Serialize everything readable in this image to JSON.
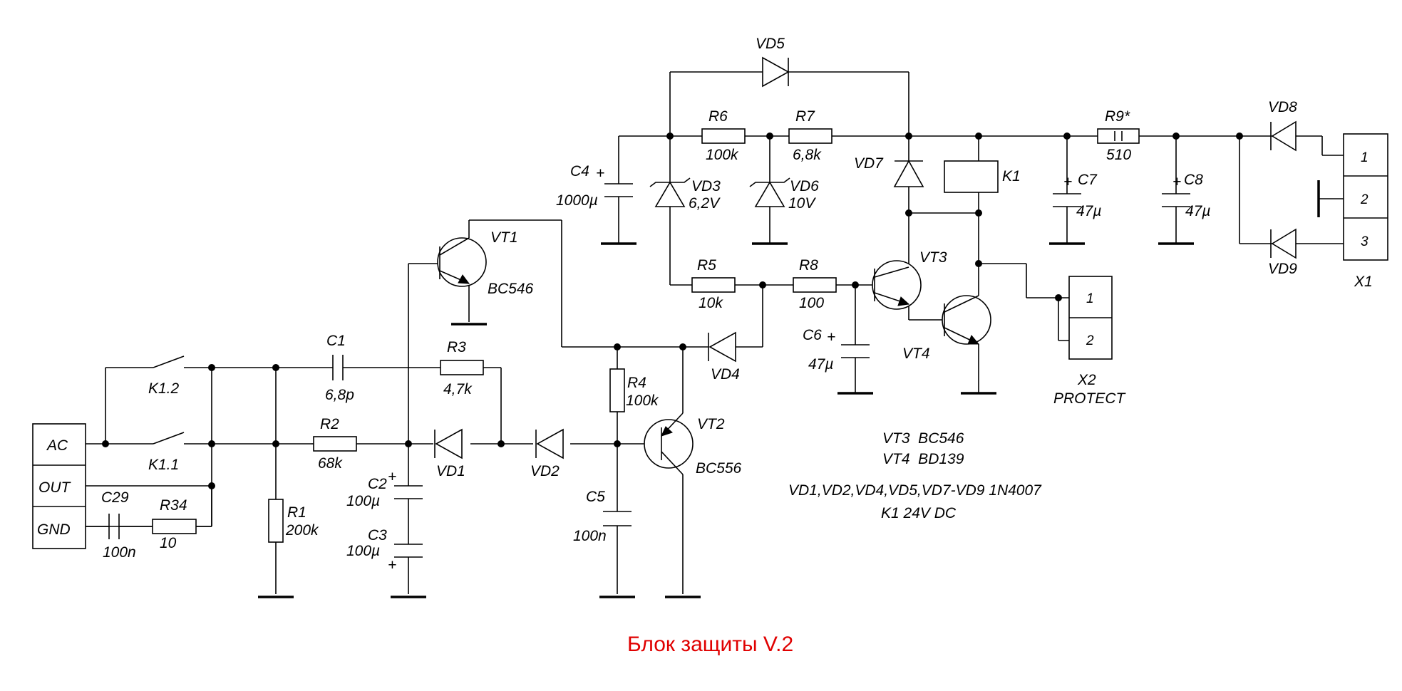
{
  "title": "Блок защиты V.2",
  "connectors": {
    "input": {
      "pins": [
        "AC",
        "OUT",
        "GND"
      ]
    },
    "x1": {
      "name": "X1",
      "pins": [
        "1",
        "2",
        "3"
      ]
    },
    "x2": {
      "name": "X2",
      "sub": "PROTECT",
      "pins": [
        "1",
        "2"
      ]
    }
  },
  "relay": {
    "name": "K1",
    "contacts": [
      "K1.2",
      "K1.1"
    ]
  },
  "resistors": {
    "r1": {
      "name": "R1",
      "value": "200k"
    },
    "r2": {
      "name": "R2",
      "value": "68k"
    },
    "r3": {
      "name": "R3",
      "value": "4,7k"
    },
    "r4": {
      "name": "R4",
      "value": "100k"
    },
    "r5": {
      "name": "R5",
      "value": "10k"
    },
    "r6": {
      "name": "R6",
      "value": "100k"
    },
    "r7": {
      "name": "R7",
      "value": "6,8k"
    },
    "r8": {
      "name": "R8",
      "value": "100"
    },
    "r9": {
      "name": "R9*",
      "value": "510"
    },
    "r34": {
      "name": "R34",
      "value": "10"
    }
  },
  "capacitors": {
    "c1": {
      "name": "C1",
      "value": "6,8p"
    },
    "c2": {
      "name": "C2",
      "value": "100µ"
    },
    "c3": {
      "name": "C3",
      "value": "100µ"
    },
    "c4": {
      "name": "C4",
      "value": "1000µ"
    },
    "c5": {
      "name": "C5",
      "value": "100n"
    },
    "c6": {
      "name": "C6",
      "value": "47µ"
    },
    "c7": {
      "name": "C7",
      "value": "47µ"
    },
    "c8": {
      "name": "C8",
      "value": "47µ"
    },
    "c29": {
      "name": "C29",
      "value": "100n"
    }
  },
  "diodes": {
    "vd1": "VD1",
    "vd2": "VD2",
    "vd4": "VD4",
    "vd5": "VD5",
    "vd7": "VD7",
    "vd8": "VD8",
    "vd9": "VD9"
  },
  "zeners": {
    "vd3": {
      "name": "VD3",
      "value": "6,2V"
    },
    "vd6": {
      "name": "VD6",
      "value": "10V"
    }
  },
  "transistors": {
    "vt1": {
      "name": "VT1",
      "model": "BC546"
    },
    "vt2": {
      "name": "VT2",
      "model": "BC556"
    },
    "vt3": {
      "name": "VT3"
    },
    "vt4": {
      "name": "VT4"
    }
  },
  "notes": [
    "VT3  BC546",
    "VT4  BD139",
    "VD1,VD2,VD4,VD5,VD7-VD9 1N4007",
    "K1 24V DC"
  ],
  "polarity_mark": "+"
}
